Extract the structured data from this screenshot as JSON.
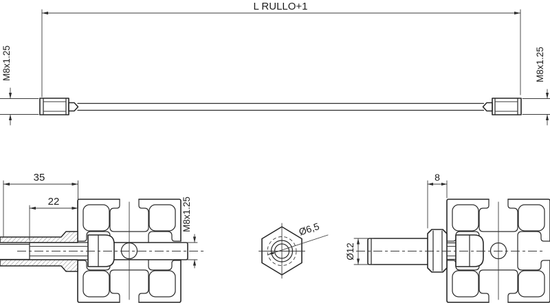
{
  "drawing": {
    "background_color": "#ffffff",
    "line_color": "#262626",
    "views": {
      "top_view": {
        "length_label": "L RULLO+1",
        "left_thread_label": "M8x1.25",
        "right_thread_label": "M8x1.25"
      },
      "left_assembly": {
        "depth_label": "35",
        "thread_length_label": "22",
        "thread_label": "M8x1.25"
      },
      "nut_face": {
        "hole_label": "Ø6,5"
      },
      "right_assembly": {
        "nut_thickness_label": "8",
        "diameter_label": "Ø12"
      }
    }
  }
}
